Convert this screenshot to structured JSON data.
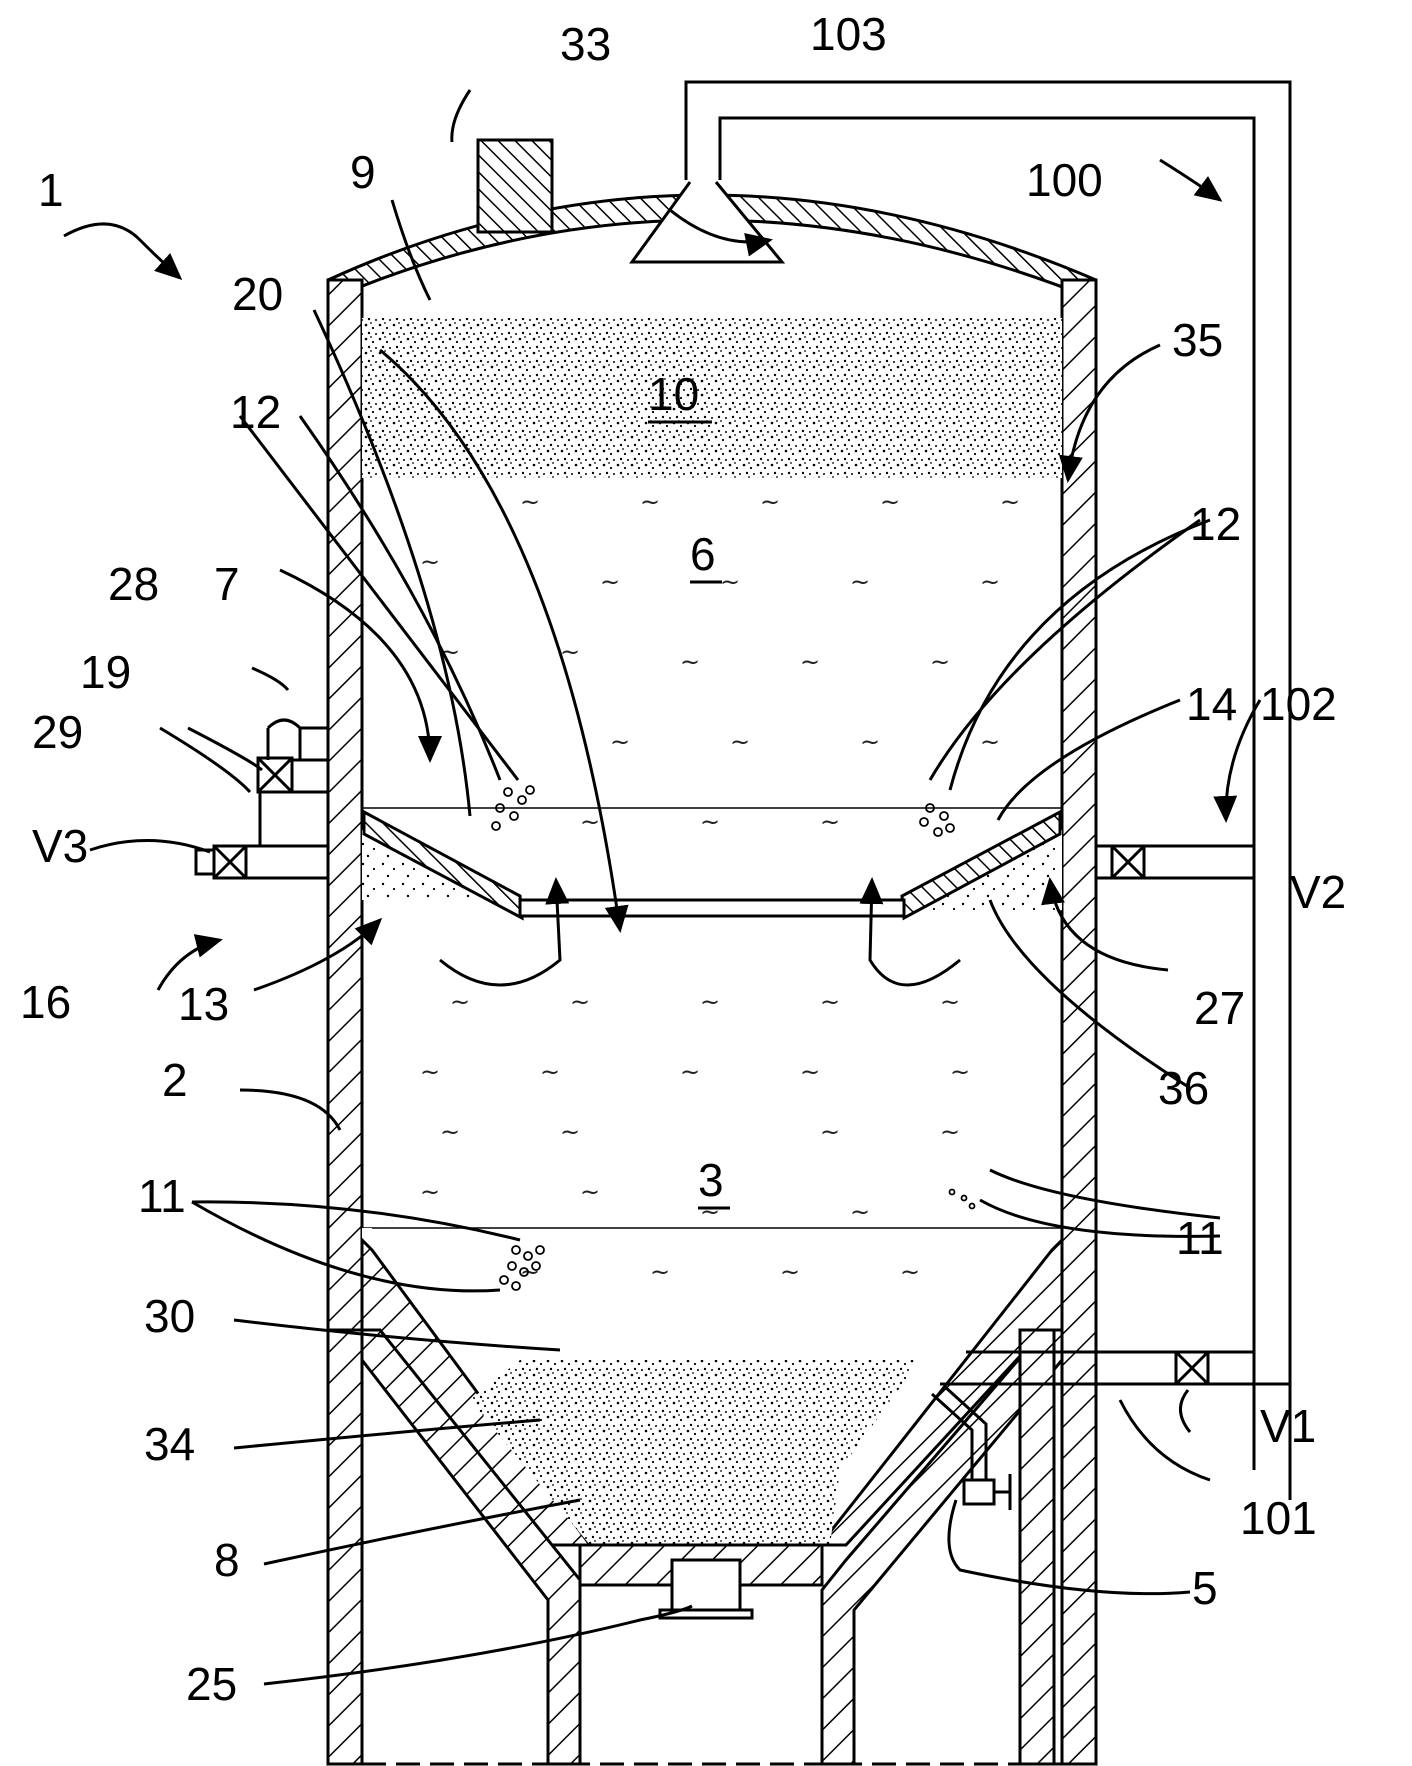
{
  "labels": {
    "l1": "1",
    "l2": "2",
    "l3": "3",
    "l5": "5",
    "l6": "6",
    "l7": "7",
    "l8": "8",
    "l9": "9",
    "l10": "10",
    "l11a": "11",
    "l11b": "11",
    "l12a": "12",
    "l12b": "12",
    "l13": "13",
    "l14": "14",
    "l16": "16",
    "l19": "19",
    "l20": "20",
    "l25": "25",
    "l27": "27",
    "l28": "28",
    "l29": "29",
    "l30": "30",
    "l33": "33",
    "l34": "34",
    "l35": "35",
    "l36": "36",
    "l100": "100",
    "l101": "101",
    "l102": "102",
    "l103": "103",
    "lV1": "V1",
    "lV2": "V2",
    "lV3": "V3"
  }
}
